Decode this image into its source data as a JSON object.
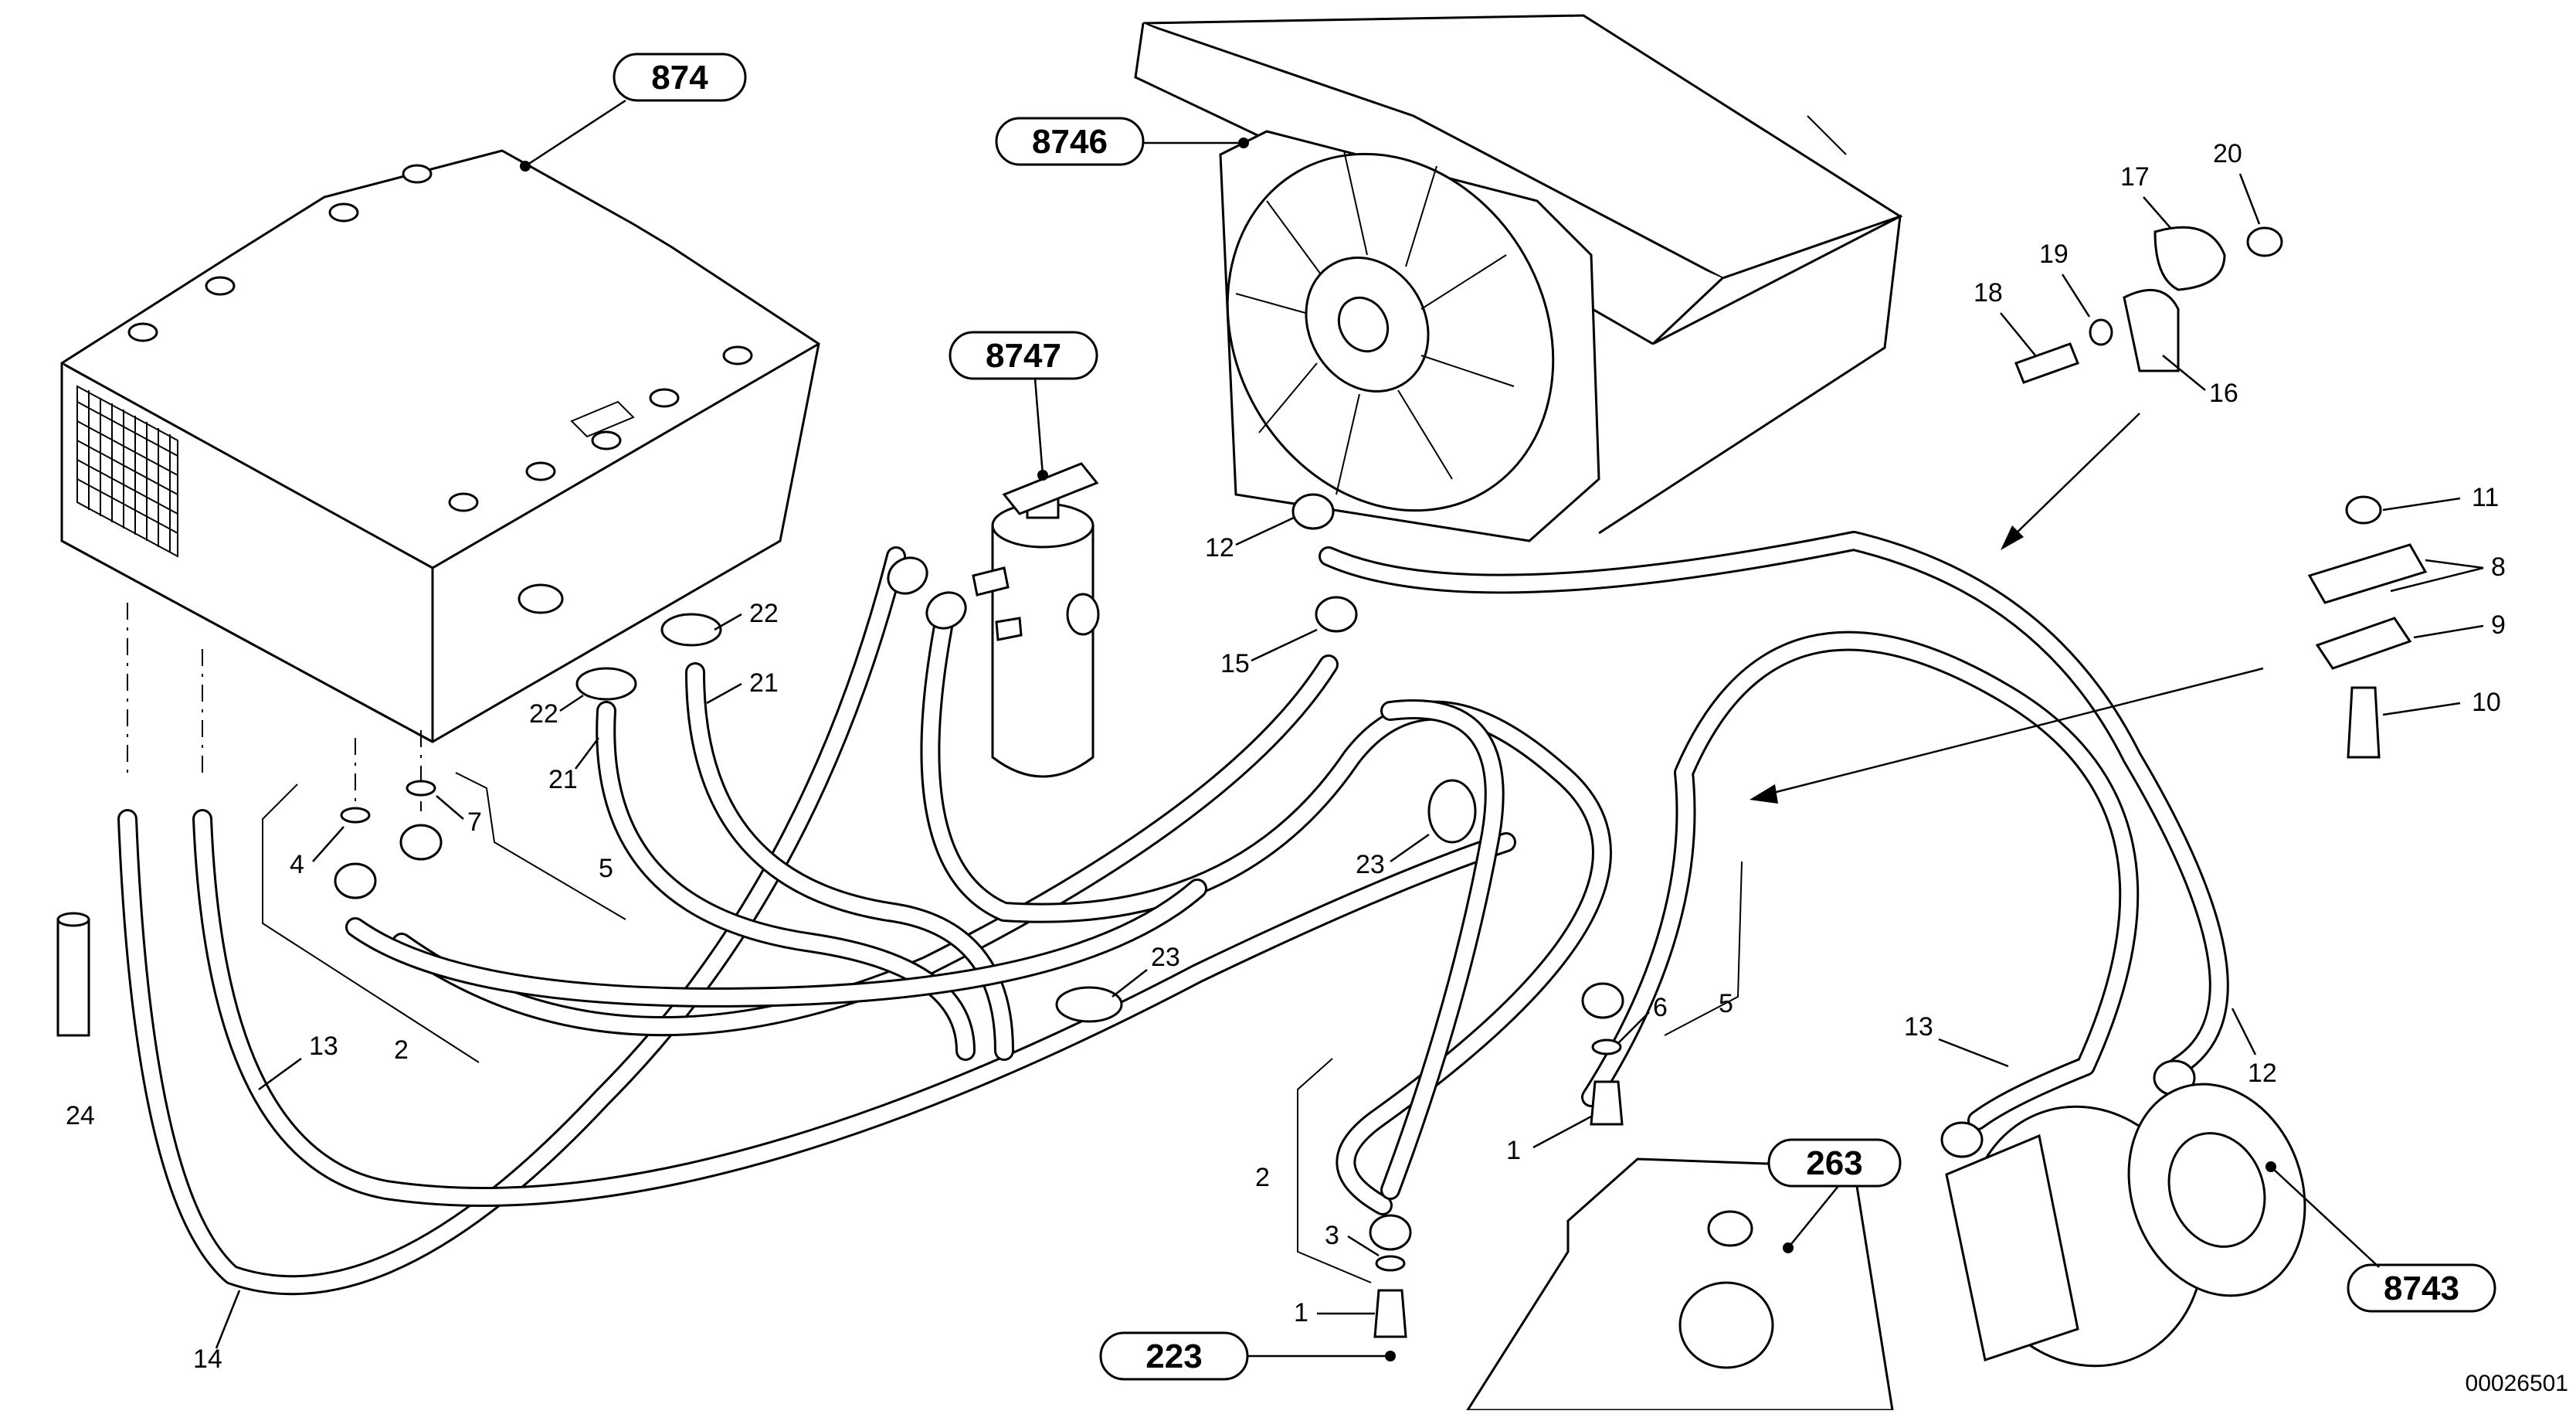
{
  "document_id": "00026501",
  "callouts": [
    {
      "id": "874"
    },
    {
      "id": "8746"
    },
    {
      "id": "8747"
    },
    {
      "id": "263"
    },
    {
      "id": "223"
    },
    {
      "id": "8743"
    }
  ],
  "item_labels": [
    "1",
    "1",
    "2",
    "2",
    "3",
    "4",
    "5",
    "5",
    "6",
    "7",
    "8",
    "9",
    "10",
    "11",
    "12",
    "12",
    "13",
    "13",
    "14",
    "15",
    "16",
    "17",
    "18",
    "19",
    "20",
    "21",
    "21",
    "22",
    "22",
    "23",
    "23",
    "24"
  ],
  "components": {
    "evaporator_unit": "874",
    "condenser_fan": "8746",
    "receiver_drier": "8747",
    "hydraulic_pump": "263",
    "pump_fitting": "223",
    "compressor": "8743"
  }
}
